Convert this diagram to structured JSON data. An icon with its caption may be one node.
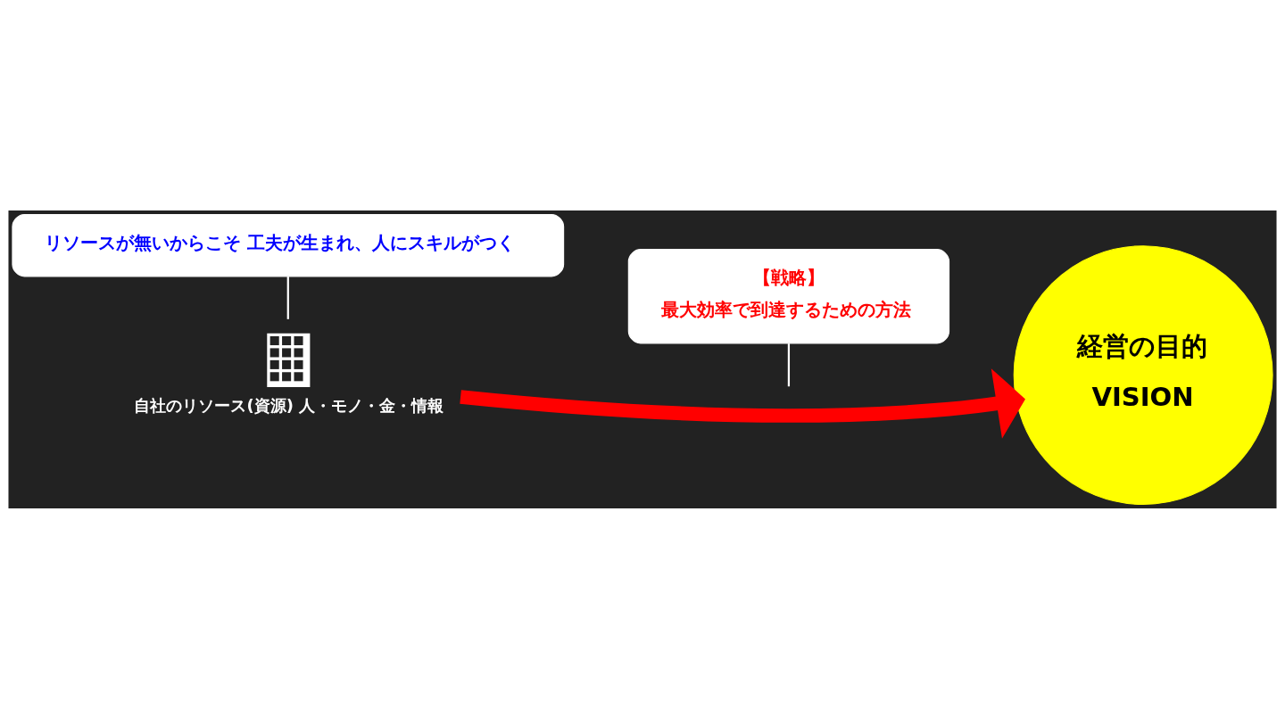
{
  "diagram": {
    "nodes": [
      {
        "text": [
          "自社のリソース(資源) 人・モノ・金・情報"
        ]
      },
      {
        "text": [
          "【戦略】",
          "最大効率で到達するための方法"
        ]
      },
      {
        "text": [
          "経営の目的",
          "VISION"
        ]
      },
      {
        "text": [
          "リソースが無いからこそ 工夫が生まれ、人にスキルがつく"
        ]
      }
    ],
    "edges": [
      {
        "from": 0,
        "to": 2,
        "arrow": "to",
        "style": "thick",
        "color": "#ff0000"
      },
      {
        "from": 1,
        "to": null,
        "arrow": "none"
      },
      {
        "from": 3,
        "to": 0,
        "arrow": "none"
      }
    ]
  }
}
